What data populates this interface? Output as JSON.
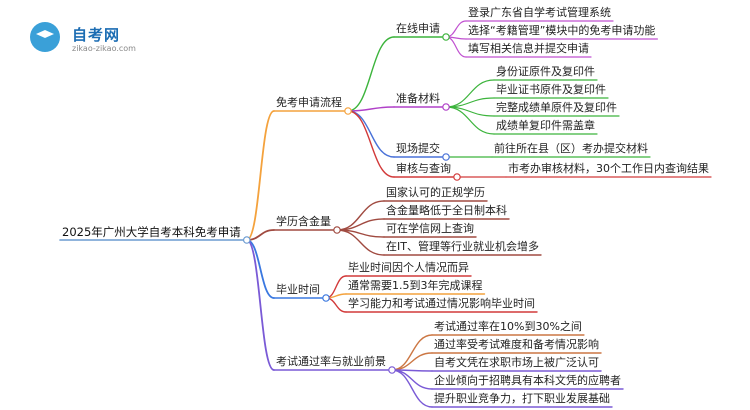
{
  "brand": {
    "name": "自考网",
    "domain": "zikao-zikao.com"
  },
  "colors": {
    "root_line": "#6b9bd1",
    "process": "#f4a23d",
    "online": "#3cb43c",
    "materials": "#b040c8",
    "onsite": "#4a72d8",
    "review": "#d23a3a",
    "degree": "#a04a40",
    "graduation": "#3a78e0",
    "pass_rate": "#7a5ad6",
    "online_leaf": "#c050d0",
    "materials_leaf": "#3cb43c",
    "pass_leaf": "#cc7744"
  },
  "mindmap": {
    "root": "2025年广州大学自考本科免考申请",
    "branches": [
      {
        "label": "免考申请流程",
        "children": [
          {
            "label": "在线申请",
            "children": [
              "登录广东省自学考试管理系统",
              "选择“考籍管理”模块中的免考申请功能",
              "填写相关信息并提交申请"
            ]
          },
          {
            "label": "准备材料",
            "children": [
              "身份证原件及复印件",
              "毕业证书原件及复印件",
              "完整成绩单原件及复印件",
              "成绩单复印件需盖章"
            ]
          },
          {
            "label": "现场提交",
            "children": [
              "前往所在县（区）考办提交材料"
            ]
          },
          {
            "label": "审核与查询",
            "children": [
              "市考办审核材料，30个工作日内查询结果"
            ]
          }
        ]
      },
      {
        "label": "学历含金量",
        "children": [
          "国家认可的正规学历",
          "含金量略低于全日制本科",
          "可在学信网上查询",
          "在IT、管理等行业就业机会增多"
        ]
      },
      {
        "label": "毕业时间",
        "children": [
          "毕业时间因个人情况而异",
          "通常需要1.5到3年完成课程",
          "学习能力和考试通过情况影响毕业时间"
        ]
      },
      {
        "label": "考试通过率与就业前景",
        "children": [
          "考试通过率在10%到30%之间",
          "通过率受考试难度和备考情况影响",
          "自考文凭在求职市场上被广泛认可",
          "企业倾向于招聘具有本科文凭的应聘者",
          "提升职业竞争力，打下职业发展基础"
        ]
      }
    ]
  }
}
